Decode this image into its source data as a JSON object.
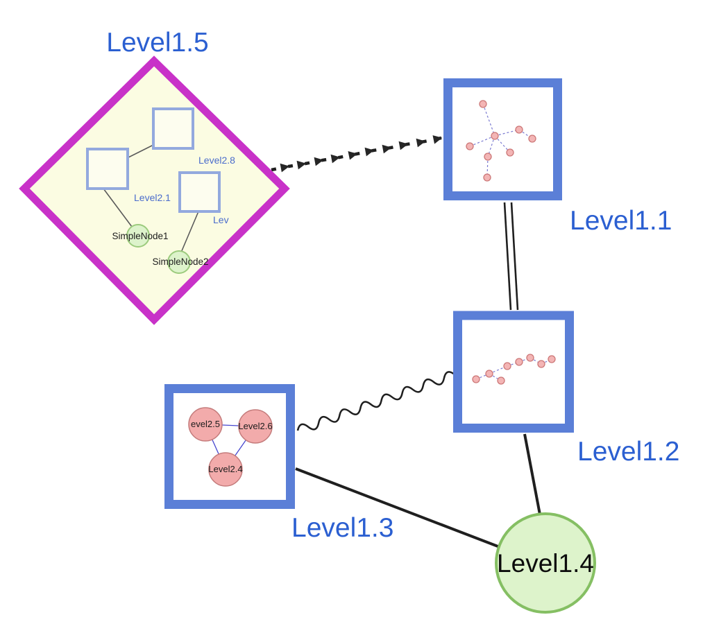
{
  "nodes": {
    "level15": {
      "label": "Level1.5",
      "type": "diamond-group"
    },
    "level11": {
      "label": "Level1.1",
      "type": "group"
    },
    "level12": {
      "label": "Level1.2",
      "type": "group"
    },
    "level13": {
      "label": "Level1.3",
      "type": "group"
    },
    "level14": {
      "label": "Level1.4",
      "type": "circle-node"
    }
  },
  "level15_contents": {
    "group28": {
      "label": "Level2.8"
    },
    "group21": {
      "label": "Level2.1"
    },
    "group_lev": {
      "label": "Lev"
    },
    "simple1": {
      "label": "SimpleNode1"
    },
    "simple2": {
      "label": "SimpleNode2"
    }
  },
  "level13_contents": {
    "n25": {
      "label": "evel2.5"
    },
    "n26": {
      "label": "Level2.6"
    },
    "n24": {
      "label": "Level2.4"
    }
  },
  "edges": [
    {
      "from": "Level1.5",
      "to": "Level1.1",
      "style": "dashed-arrow-chain"
    },
    {
      "from": "Level1.1",
      "to": "Level1.2",
      "style": "double-parallel"
    },
    {
      "from": "Level1.3",
      "to": "Level1.2",
      "style": "wavy"
    },
    {
      "from": "Level1.3",
      "to": "Level1.4",
      "style": "solid"
    },
    {
      "from": "Level1.2",
      "to": "Level1.4",
      "style": "solid"
    }
  ],
  "colors": {
    "label_blue": "#2b5fd1",
    "group_border_blue": "#5b7fd7",
    "diamond_border_magenta": "#c832c8",
    "diamond_fill_yellow": "#fbfce2",
    "green_node_fill": "#ddf3cb",
    "green_node_border": "#85bf63",
    "pink_node_fill": "#f2abab",
    "pink_node_border": "#c47b7b",
    "edge_black": "#1f1f1f",
    "mini_edge_blue": "#7a7ad1"
  }
}
